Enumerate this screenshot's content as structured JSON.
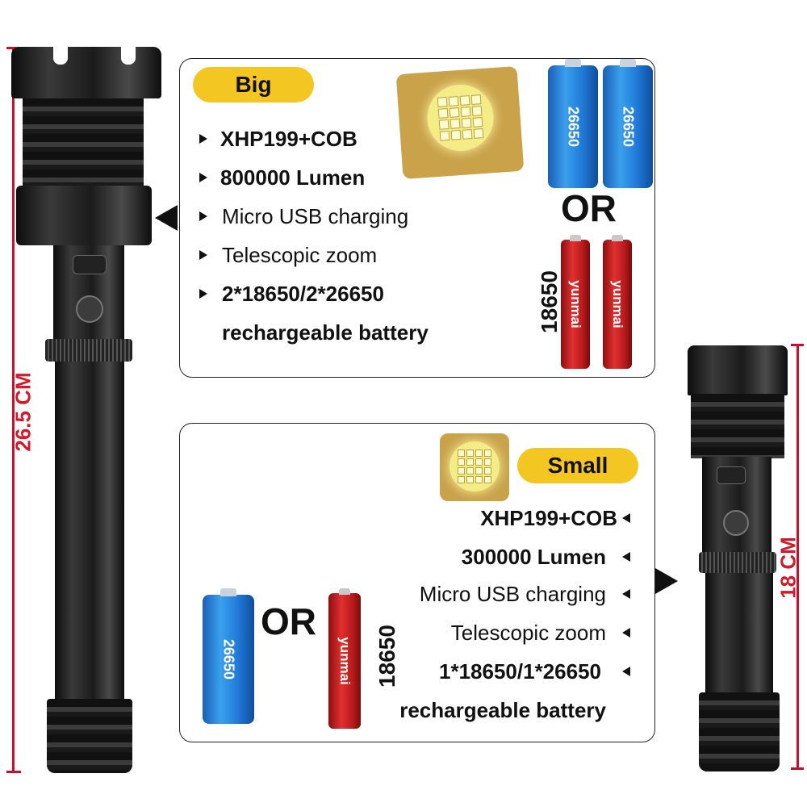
{
  "colors": {
    "pill": "#f3c622",
    "dimension": "#d11a2a",
    "battery_blue": "#1f78d6",
    "battery_red": "#c81e1e"
  },
  "dimensions": {
    "big_length": "26.5 CM",
    "small_length": "18 CM"
  },
  "big": {
    "label": "Big",
    "features": [
      "XHP199+COB",
      "800000 Lumen",
      "Micro USB charging",
      "Telescopic zoom",
      "2*18650/2*26650",
      "rechargeable battery"
    ],
    "battery_26650_label": "26650",
    "battery_brand": "yunmai",
    "battery_18650_label": "18650",
    "or_text": "OR"
  },
  "small": {
    "label": "Small",
    "features": [
      "XHP199+COB",
      "300000 Lumen",
      "Micro USB charging",
      "Telescopic zoom",
      "1*18650/1*26650",
      "rechargeable battery"
    ],
    "battery_26650_label": "26650",
    "battery_brand": "yunmai",
    "battery_18650_label": "18650",
    "or_text": "OR"
  }
}
